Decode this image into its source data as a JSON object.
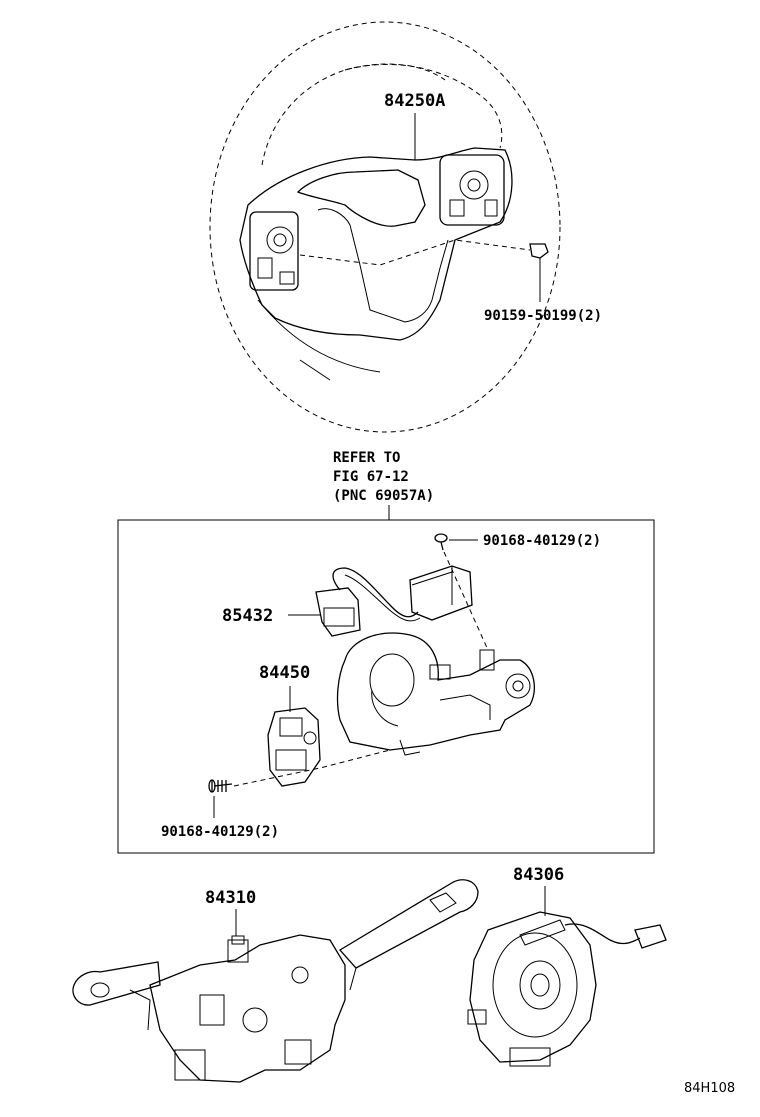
{
  "labels": {
    "steering_pad": "84250A",
    "wheel_screw": "90159-50199(2)",
    "refer_line1": "REFER TO",
    "refer_line2": "FIG 67-12",
    "refer_line3": "(PNC 69057A)",
    "upper_screw": "90168-40129(2)",
    "wire_harness": "85432",
    "wiper_switch": "84450",
    "lower_screw": "90168-40129(2)",
    "combination_switch": "84310",
    "spiral_cable": "84306",
    "diagram_code": "84H108"
  }
}
